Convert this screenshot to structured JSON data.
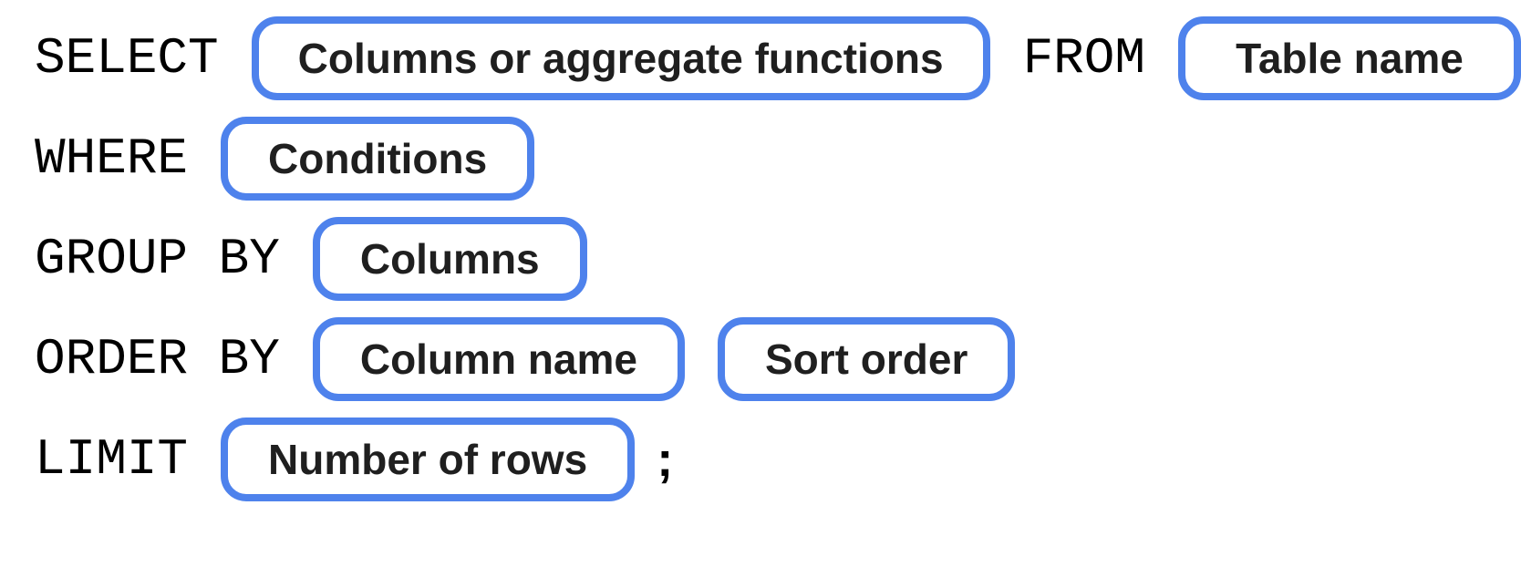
{
  "diagram": {
    "title_semantic": "SQL query syntax structure",
    "accent_color": "#4e82ec",
    "text_color": "#000000",
    "lines": [
      {
        "keyword": "SELECT",
        "pill": "Columns or aggregate functions",
        "keyword2": "FROM",
        "pill2": "Table name"
      },
      {
        "keyword": "WHERE",
        "pill": "Conditions"
      },
      {
        "keyword": "GROUP BY",
        "pill": "Columns"
      },
      {
        "keyword": "ORDER BY",
        "pill": "Column name",
        "pill2": "Sort order"
      },
      {
        "keyword": "LIMIT",
        "pill": "Number of rows",
        "terminator": ";"
      }
    ]
  }
}
